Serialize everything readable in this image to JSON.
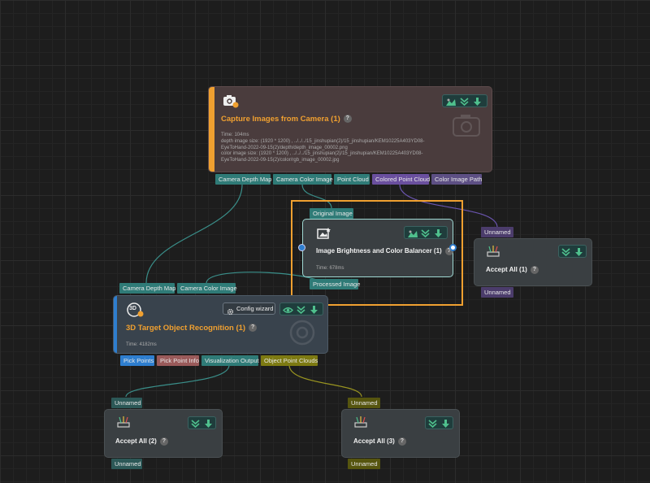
{
  "capture": {
    "title": "Capture Images from Camera (1)",
    "time": "Time: 104ms",
    "info_lines": [
      "depth image size: (1920 * 1200) , ../../../15_jinshupian(2)/15_jinshupian/KEM10225A403YD08-",
      "EyeToHand-2022-09-15(2)/depth/depth_image_00002.png",
      "color image size: (1920 * 1200) , ../../../15_jinshupian(2)/15_jinshupian/KEM10225A403YD08-",
      "EyeToHand-2022-09-15(2)/color/rgb_image_00002.jpg"
    ],
    "outputs": [
      "Camera Depth Map",
      "Camera Color Image",
      "Point Cloud",
      "Colored Point Cloud",
      "Color Image Path"
    ]
  },
  "balancer": {
    "title": "Image Brightness and Color Balancer (1)",
    "time": "Time: 678ms",
    "input": "Original Image",
    "output": "Processed Image"
  },
  "accept1": {
    "title": "Accept All (1)",
    "input": "Unnamed",
    "output": "Unnamed"
  },
  "recog": {
    "title": "3D Target Object Recognition (1)",
    "time": "Time: 4182ms",
    "config_label": "Config wizard",
    "inputs": [
      "Camera Depth Map",
      "Camera Color Image"
    ],
    "outputs": [
      "Pick Points",
      "Pick Point Info",
      "Visualization Output",
      "Object Point Clouds"
    ]
  },
  "accept2": {
    "title": "Accept All (2)",
    "input": "Unnamed",
    "output": "Unnamed"
  },
  "accept3": {
    "title": "Accept All (3)",
    "input": "Unnamed",
    "output": "Unnamed"
  },
  "help_glyph": "?",
  "badge_3d": "3D",
  "colors": {
    "accent_orange": "#f0a030",
    "selection": "#f0a030",
    "node_bg": "#3a3f42",
    "capture_bg": "#4a3c3d",
    "recog_bg": "#39434d",
    "teal_port": "#2f7b77",
    "purple_port": "#6a4f9e"
  }
}
